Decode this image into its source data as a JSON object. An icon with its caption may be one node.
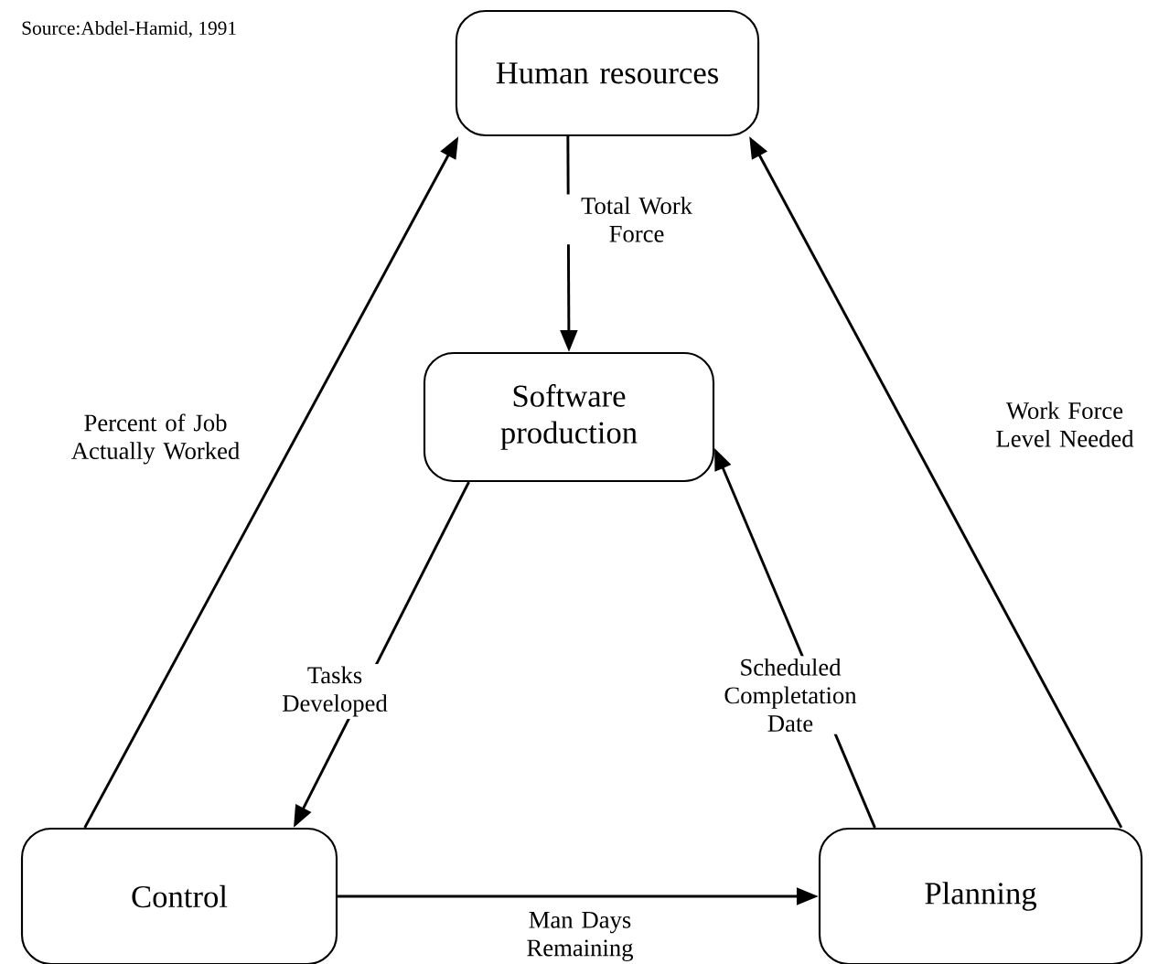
{
  "diagram": {
    "nodes": [
      {
        "text": [
          "Human resources"
        ]
      },
      {
        "text": [
          "Software production"
        ]
      },
      {
        "text": [
          "Control"
        ]
      },
      {
        "text": [
          "Planning"
        ]
      }
    ],
    "edges": [
      {
        "from": 0,
        "to": 1,
        "arrow": "to",
        "label": "Total Work Force"
      },
      {
        "from": 2,
        "to": 0,
        "arrow": "to",
        "label": "Percent of Job Actually Worked"
      },
      {
        "from": 1,
        "to": 2,
        "arrow": "to",
        "label": "Tasks Developed"
      },
      {
        "from": 3,
        "to": 1,
        "arrow": "to",
        "label": "Scheduled Completation Date"
      },
      {
        "from": 3,
        "to": 0,
        "arrow": "to",
        "label": "Work Force Level Needed"
      },
      {
        "from": 2,
        "to": 3,
        "arrow": "to",
        "label": "Man Days Remaining"
      }
    ],
    "labels": [
      "Source:Abdel-Hamid, 1991"
    ]
  }
}
